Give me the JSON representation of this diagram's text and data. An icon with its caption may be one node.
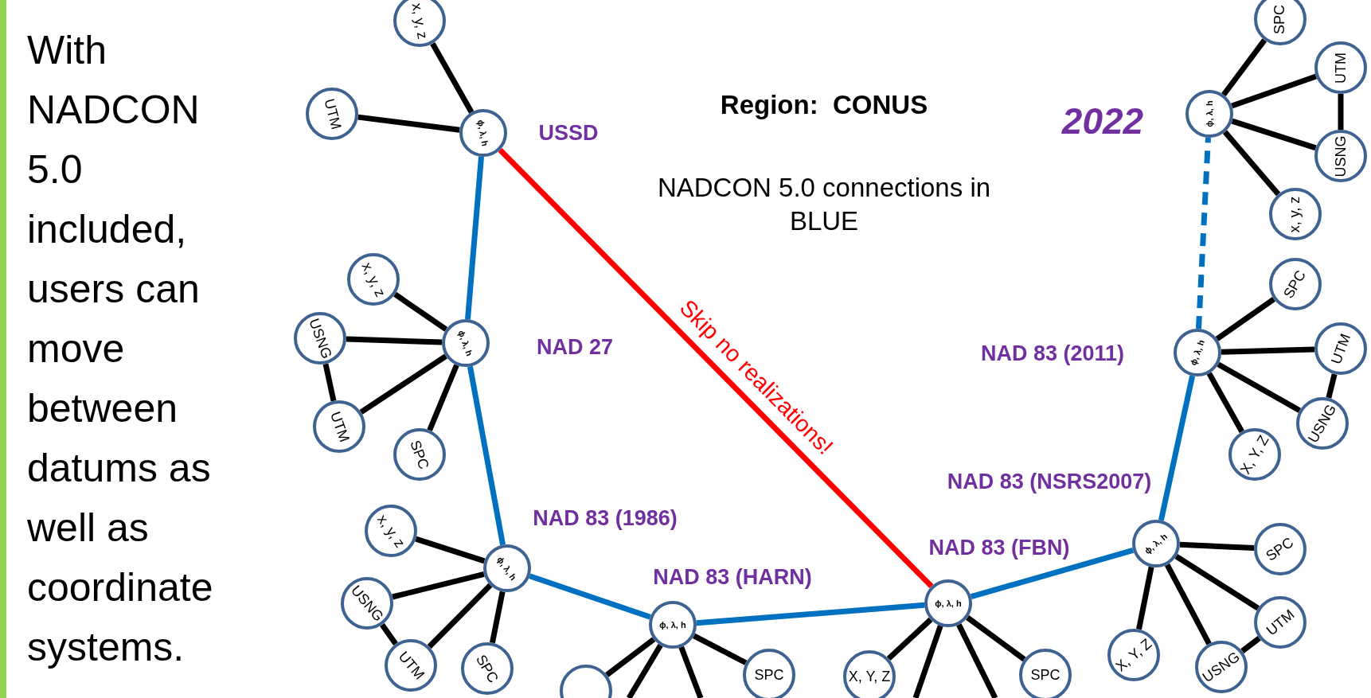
{
  "diagram": {
    "title": "Region:  CONUS",
    "nodes": [
      {
        "text": [
          "ϕ, λ, h"
        ],
        "beside": [
          "USSD"
        ]
      },
      {
        "text": [
          "x, y, z"
        ]
      },
      {
        "text": [
          "UTM"
        ]
      },
      {
        "text": [
          "ϕ, λ, h"
        ],
        "beside": [
          "NAD 27"
        ]
      },
      {
        "text": [
          "x, y, z"
        ]
      },
      {
        "text": [
          "USNG"
        ]
      },
      {
        "text": [
          "UTM"
        ]
      },
      {
        "text": [
          "SPC"
        ]
      },
      {
        "text": [
          "ϕ, λ, h"
        ],
        "beside": [
          "NAD 83 (1986)"
        ]
      },
      {
        "text": [
          "x, y, z"
        ]
      },
      {
        "text": [
          "USNG"
        ]
      },
      {
        "text": [
          "UTM"
        ]
      },
      {
        "text": [
          "SPC"
        ]
      },
      {
        "text": [
          "ϕ, λ, h"
        ],
        "beside": [
          "NAD 83 (HARN)"
        ]
      },
      {
        "text": [],
        "shape": "circle"
      },
      {
        "text": [
          "SPC"
        ]
      },
      {
        "text": [
          "ϕ, λ, h"
        ],
        "beside": [
          "NAD 83 (FBN)"
        ]
      },
      {
        "text": [
          "X, Y, Z"
        ]
      },
      {
        "text": [
          "SPC"
        ]
      },
      {
        "text": [
          "ϕ, λ, h"
        ],
        "beside": [
          "NAD 83 (NSRS2007)"
        ]
      },
      {
        "text": [
          "SPC"
        ]
      },
      {
        "text": [
          "UTM"
        ]
      },
      {
        "text": [
          "USNG"
        ]
      },
      {
        "text": [
          "X, Y, Z"
        ]
      },
      {
        "text": [
          "ϕ, λ, h"
        ],
        "beside": [
          "NAD 83 (2011)"
        ]
      },
      {
        "text": [
          "SPC"
        ]
      },
      {
        "text": [
          "UTM"
        ]
      },
      {
        "text": [
          "USNG"
        ]
      },
      {
        "text": [
          "X, Y, Z"
        ]
      },
      {
        "text": [
          "ϕ, λ, h"
        ],
        "beside": [
          "2022"
        ]
      },
      {
        "text": [
          "SPC"
        ]
      },
      {
        "text": [
          "UTM"
        ]
      },
      {
        "text": [
          "USNG"
        ]
      },
      {
        "text": [
          "x, y, z"
        ]
      }
    ],
    "edges": [
      {
        "from": 0,
        "to": 3,
        "arrow": "none",
        "color": "#0070c0"
      },
      {
        "from": 3,
        "to": 8,
        "arrow": "none",
        "color": "#0070c0"
      },
      {
        "from": 8,
        "to": 13,
        "arrow": "none",
        "color": "#0070c0"
      },
      {
        "from": 13,
        "to": 16,
        "arrow": "none",
        "color": "#0070c0"
      },
      {
        "from": 16,
        "to": 19,
        "arrow": "none",
        "color": "#0070c0"
      },
      {
        "from": 19,
        "to": 24,
        "arrow": "none",
        "color": "#0070c0"
      },
      {
        "from": 24,
        "to": 29,
        "arrow": "none",
        "color": "#0070c0",
        "style": "dashed"
      },
      {
        "from": 0,
        "to": 16,
        "arrow": "none",
        "color": "#ff0000",
        "label": "Skip no realizations!"
      },
      {
        "from": 0,
        "to": 1,
        "arrow": "none"
      },
      {
        "from": 0,
        "to": 2,
        "arrow": "none"
      },
      {
        "from": 3,
        "to": 4,
        "arrow": "none"
      },
      {
        "from": 3,
        "to": 5,
        "arrow": "none"
      },
      {
        "from": 3,
        "to": 6,
        "arrow": "none"
      },
      {
        "from": 3,
        "to": 7,
        "arrow": "none"
      },
      {
        "from": 5,
        "to": 6,
        "arrow": "none"
      },
      {
        "from": 8,
        "to": 9,
        "arrow": "none"
      },
      {
        "from": 8,
        "to": 10,
        "arrow": "none"
      },
      {
        "from": 8,
        "to": 11,
        "arrow": "none"
      },
      {
        "from": 8,
        "to": 12,
        "arrow": "none"
      },
      {
        "from": 10,
        "to": 11,
        "arrow": "none"
      },
      {
        "from": 13,
        "to": 14,
        "arrow": "none"
      },
      {
        "from": 13,
        "to": null,
        "arrow": "none"
      },
      {
        "from": 13,
        "to": null,
        "arrow": "none"
      },
      {
        "from": 13,
        "to": 15,
        "arrow": "none"
      },
      {
        "from": 16,
        "to": 17,
        "arrow": "none"
      },
      {
        "from": 16,
        "to": null,
        "arrow": "none"
      },
      {
        "from": 16,
        "to": null,
        "arrow": "none"
      },
      {
        "from": 16,
        "to": 18,
        "arrow": "none"
      },
      {
        "from": 19,
        "to": 20,
        "arrow": "none"
      },
      {
        "from": 19,
        "to": 21,
        "arrow": "none"
      },
      {
        "from": 19,
        "to": 22,
        "arrow": "none"
      },
      {
        "from": 19,
        "to": 23,
        "arrow": "none"
      },
      {
        "from": 22,
        "to": 21,
        "arrow": "none"
      },
      {
        "from": 24,
        "to": 25,
        "arrow": "none"
      },
      {
        "from": 24,
        "to": 26,
        "arrow": "none"
      },
      {
        "from": 24,
        "to": 27,
        "arrow": "none"
      },
      {
        "from": 24,
        "to": 28,
        "arrow": "none"
      },
      {
        "from": 26,
        "to": 27,
        "arrow": "none"
      },
      {
        "from": 29,
        "to": 30,
        "arrow": "none"
      },
      {
        "from": 29,
        "to": 31,
        "arrow": "none"
      },
      {
        "from": 29,
        "to": 32,
        "arrow": "none"
      },
      {
        "from": 29,
        "to": 33,
        "arrow": "none"
      },
      {
        "from": 31,
        "to": 32,
        "arrow": "none"
      }
    ],
    "labels": [
      "With NADCON 5.0 included, users can move between datums as well as coordinate systems.",
      "NADCON 5.0 connections in BLUE"
    ]
  }
}
